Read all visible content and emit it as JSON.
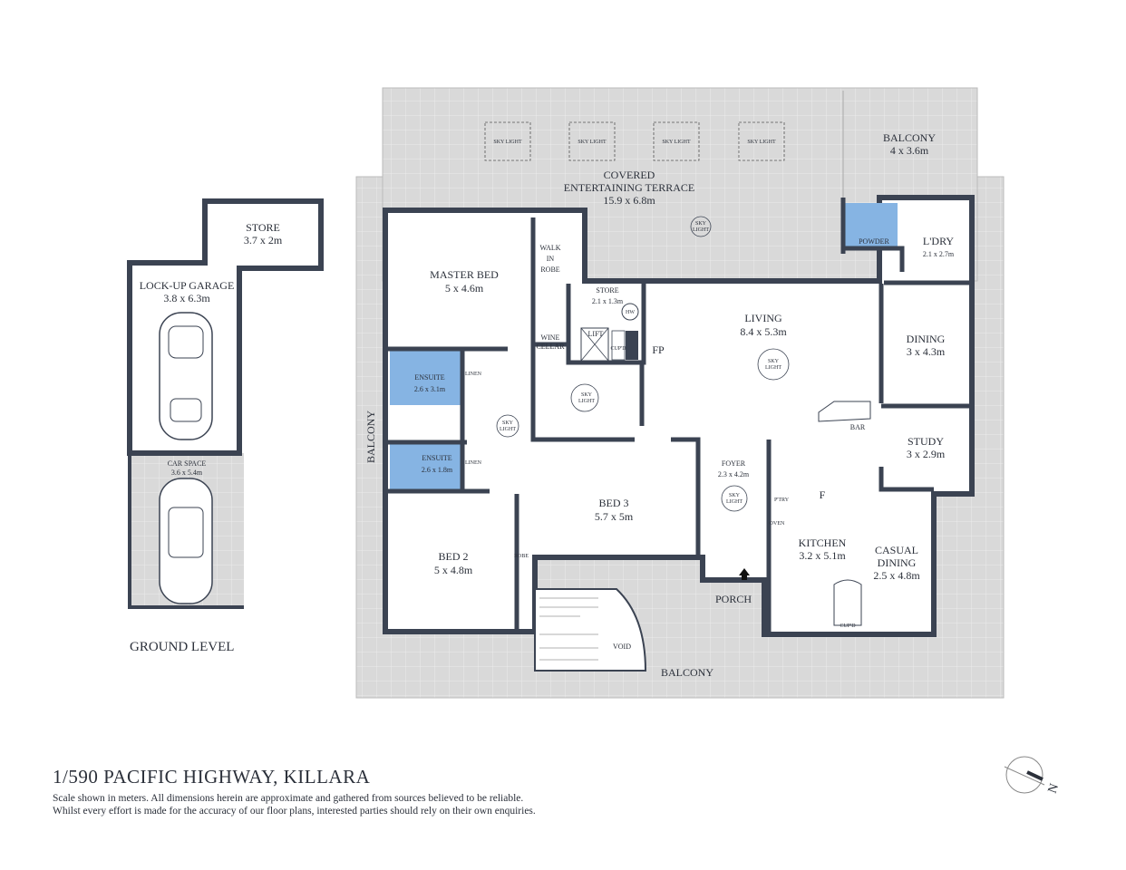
{
  "address": "1/590 PACIFIC HIGHWAY, KILLARA",
  "disclaimer": [
    "Scale shown in meters. All dimensions herein are approximate and gathered from sources believed to be reliable.",
    "Whilst every effort is made for the accuracy of our floor plans, interested parties should rely on their own enquiries."
  ],
  "level": "GROUND LEVEL",
  "colors": {
    "wall": "#3b4352",
    "balcony": "#d9d9d9",
    "wet_area": "#86b4e3",
    "text": "#2b303a"
  },
  "rooms": {
    "store_garage": {
      "name": "STORE",
      "size": "3.7 x 2m"
    },
    "garage": {
      "name": "LOCK-UP GARAGE",
      "size": "3.8 x 6.3m"
    },
    "car_space": {
      "name": "CAR SPACE",
      "size": "3.6 x 5.4m"
    },
    "terrace": {
      "name1": "COVERED",
      "name2": "ENTERTAINING TERRACE",
      "size": "15.9 x 6.8m"
    },
    "balcony_top": {
      "name": "BALCONY",
      "size": "4 x 3.6m"
    },
    "powder": {
      "name": "POWDER"
    },
    "laundry": {
      "name": "L'DRY",
      "size": "2.1 x 2.7m"
    },
    "master": {
      "name": "MASTER BED",
      "size": "5 x 4.6m"
    },
    "robe": {
      "l1": "WALK",
      "l2": "IN",
      "l3": "ROBE"
    },
    "store": {
      "name": "STORE",
      "size": "2.1 x 1.3m",
      "hw": "HW"
    },
    "wine": {
      "l1": "WINE",
      "l2": "CELLAR"
    },
    "lift": {
      "name": "LIFT"
    },
    "cupd": "CUP'D",
    "fp": "FP",
    "living": {
      "name": "LIVING",
      "size": "8.4 x 5.3m"
    },
    "dining": {
      "name": "DINING",
      "size": "3 x 4.3m"
    },
    "ensuite1": {
      "name": "ENSUITE",
      "size": "2.6 x 3.1m"
    },
    "ensuite2": {
      "name": "ENSUITE",
      "size": "2.6 x 1.8m"
    },
    "linen": "LINEN",
    "bar": "BAR",
    "study": {
      "name": "STUDY",
      "size": "3 x 2.9m"
    },
    "foyer": {
      "name": "FOYER",
      "size": "2.3 x 4.2m"
    },
    "bed3": {
      "name": "BED 3",
      "size": "5.7 x 5m"
    },
    "bed2": {
      "name": "BED 2",
      "size": "5 x 4.8m"
    },
    "robe2": "ROBE",
    "kitchen": {
      "name": "KITCHEN",
      "size": "3.2 x 5.1m",
      "pantry": "P'TRY",
      "oven": "OVEN",
      "fridge": "F"
    },
    "casual": {
      "l1": "CASUAL",
      "l2": "DINING",
      "size": "2.5 x 4.8m"
    },
    "porch": "PORCH",
    "void": "VOID",
    "balcony_side": "BALCONY",
    "balcony_bottom": "BALCONY"
  },
  "skylight_lines": [
    "SKY",
    "LIGHT"
  ],
  "skylight_flat": "SKY LIGHT",
  "compass_letter": "N"
}
